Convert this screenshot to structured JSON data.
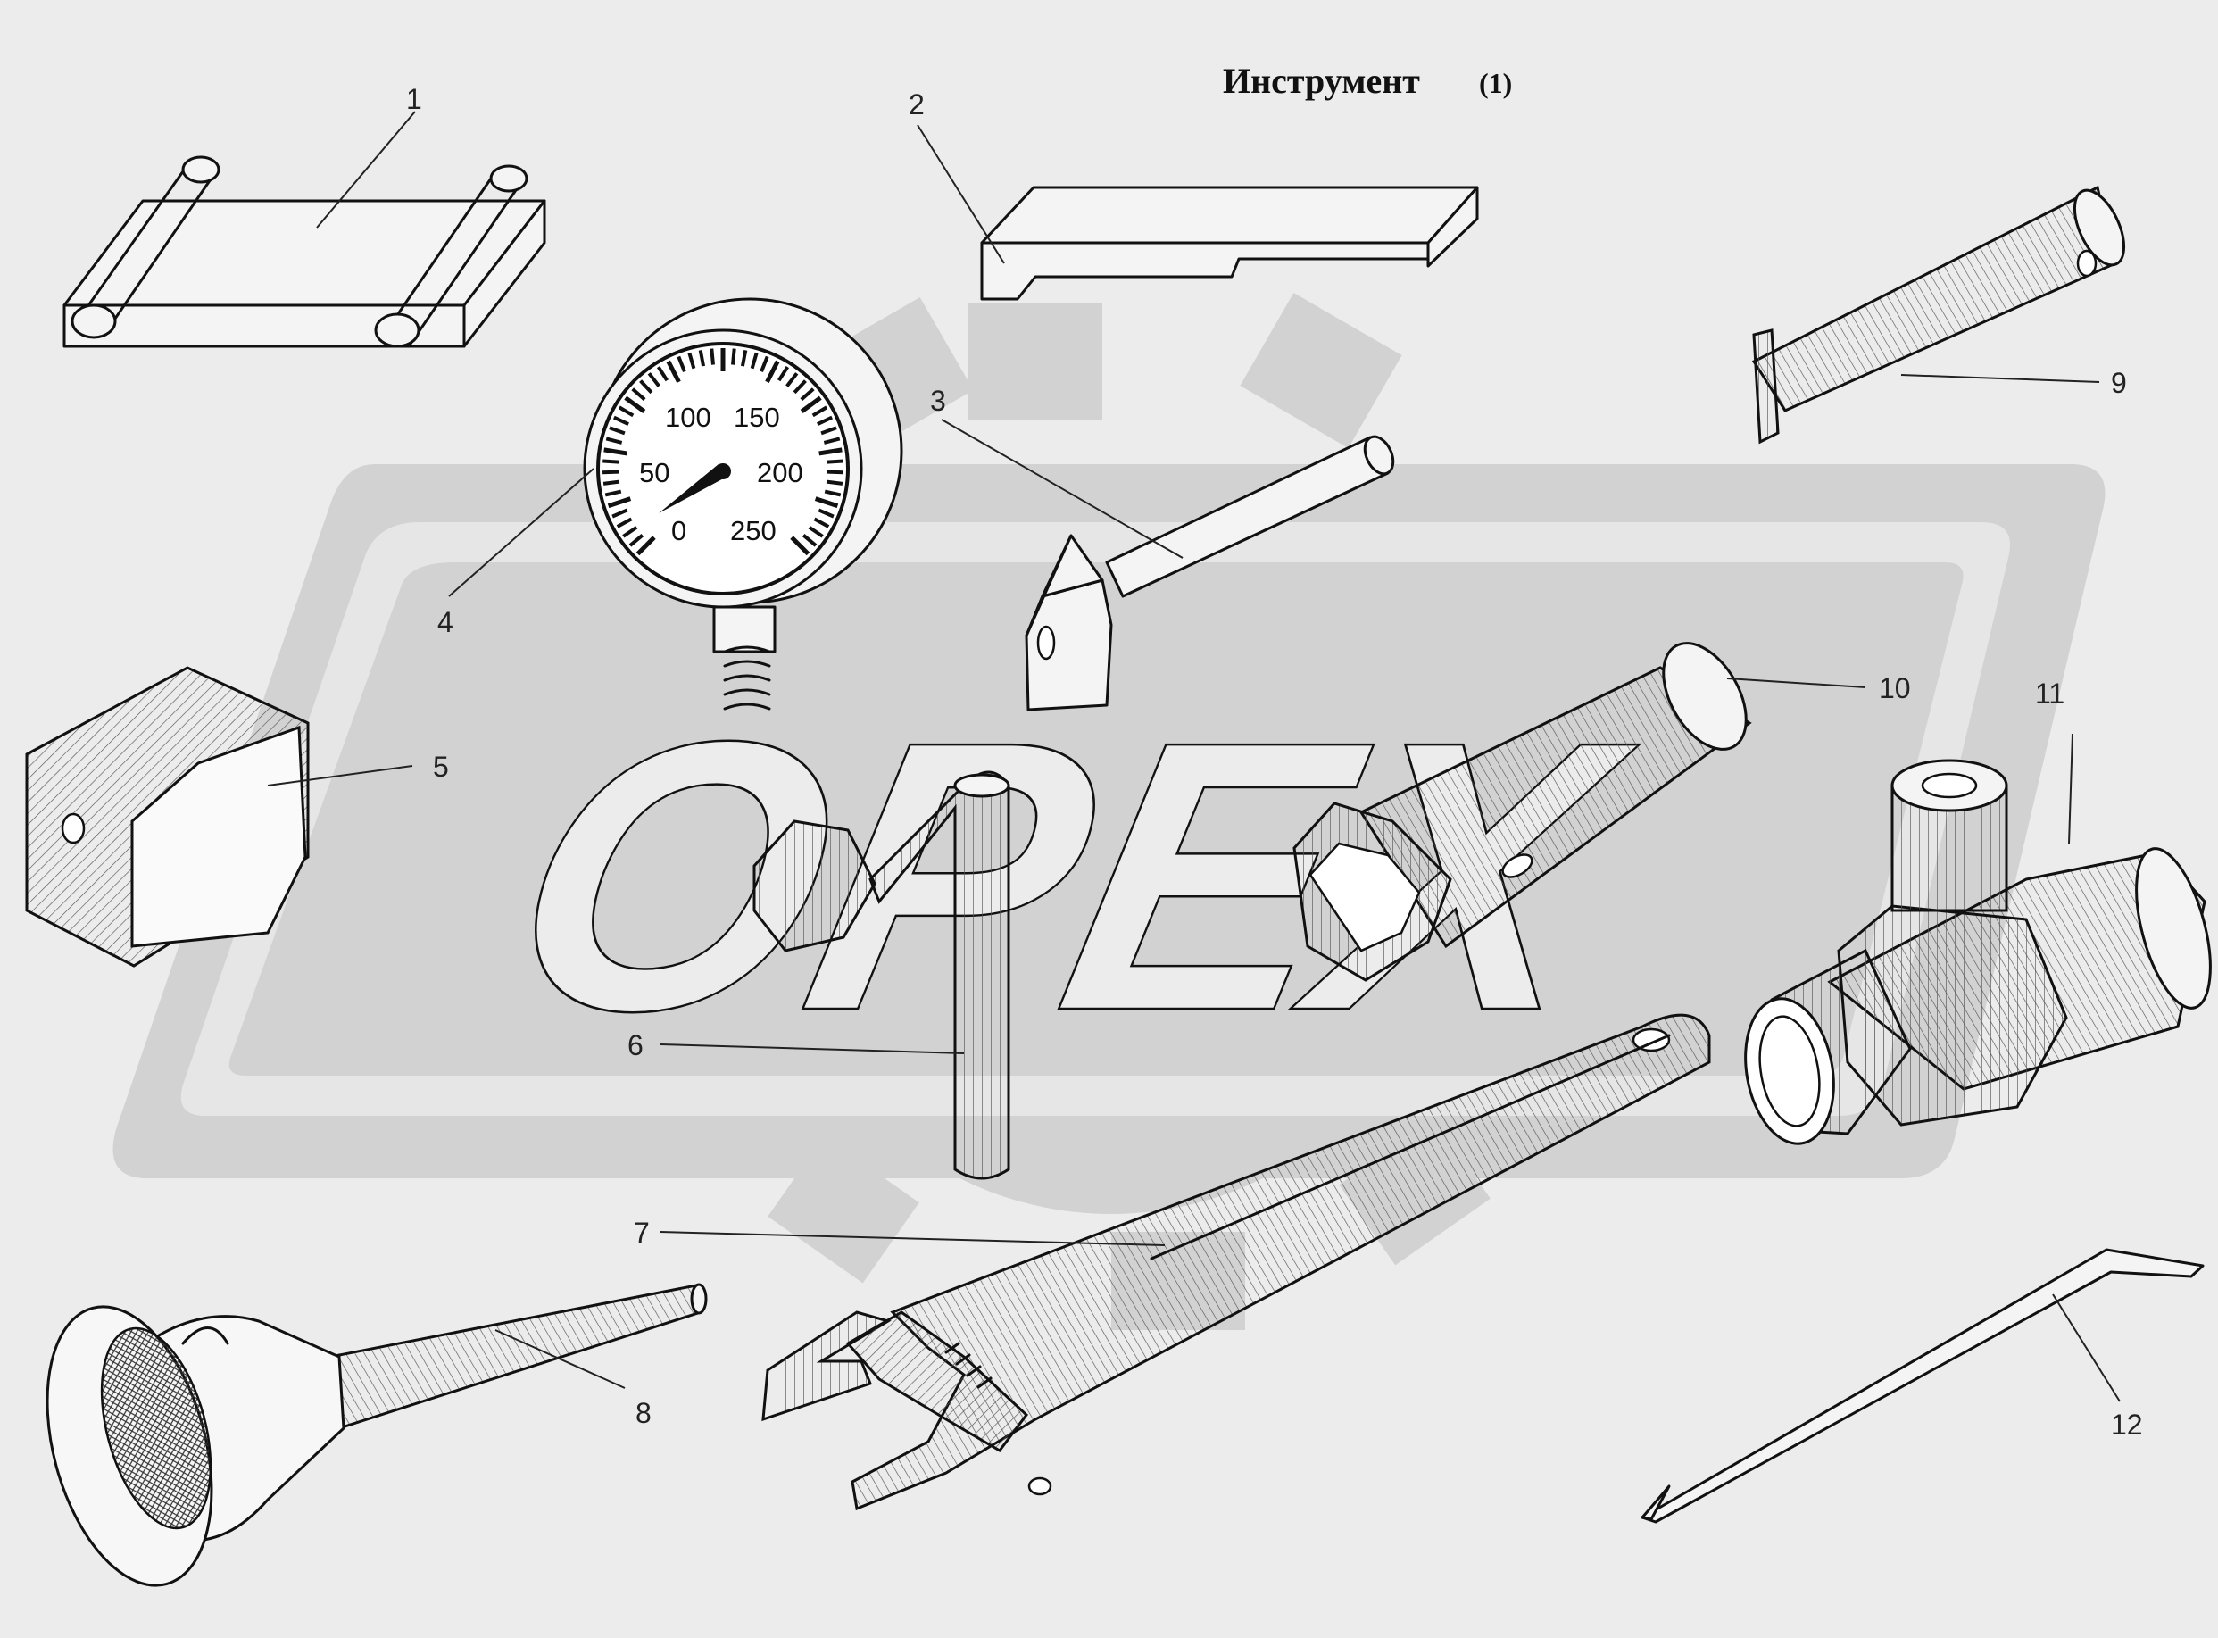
{
  "title": {
    "main": "Инструмент",
    "sub": "(1)"
  },
  "watermark": {
    "text": "OPEX",
    "color": "#d2d2d2"
  },
  "gauge": {
    "scale": [
      "0",
      "50",
      "100",
      "150",
      "200",
      "250"
    ]
  },
  "callouts": [
    {
      "id": 1,
      "label": "1",
      "part": "guide-rails"
    },
    {
      "id": 2,
      "label": "2",
      "part": "flat-key"
    },
    {
      "id": 3,
      "label": "3",
      "part": "hammer"
    },
    {
      "id": 4,
      "label": "4",
      "part": "pressure-gauge"
    },
    {
      "id": 5,
      "label": "5",
      "part": "bushing"
    },
    {
      "id": 6,
      "label": "6",
      "part": "hex-l-key"
    },
    {
      "id": 7,
      "label": "7",
      "part": "adjustable-wrench"
    },
    {
      "id": 8,
      "label": "8",
      "part": "funnel"
    },
    {
      "id": 9,
      "label": "9",
      "part": "screwdriver-bit"
    },
    {
      "id": 10,
      "label": "10",
      "part": "box-spanner"
    },
    {
      "id": 11,
      "label": "11",
      "part": "pipe-fitting"
    },
    {
      "id": 12,
      "label": "12",
      "part": "pry-bar"
    }
  ]
}
